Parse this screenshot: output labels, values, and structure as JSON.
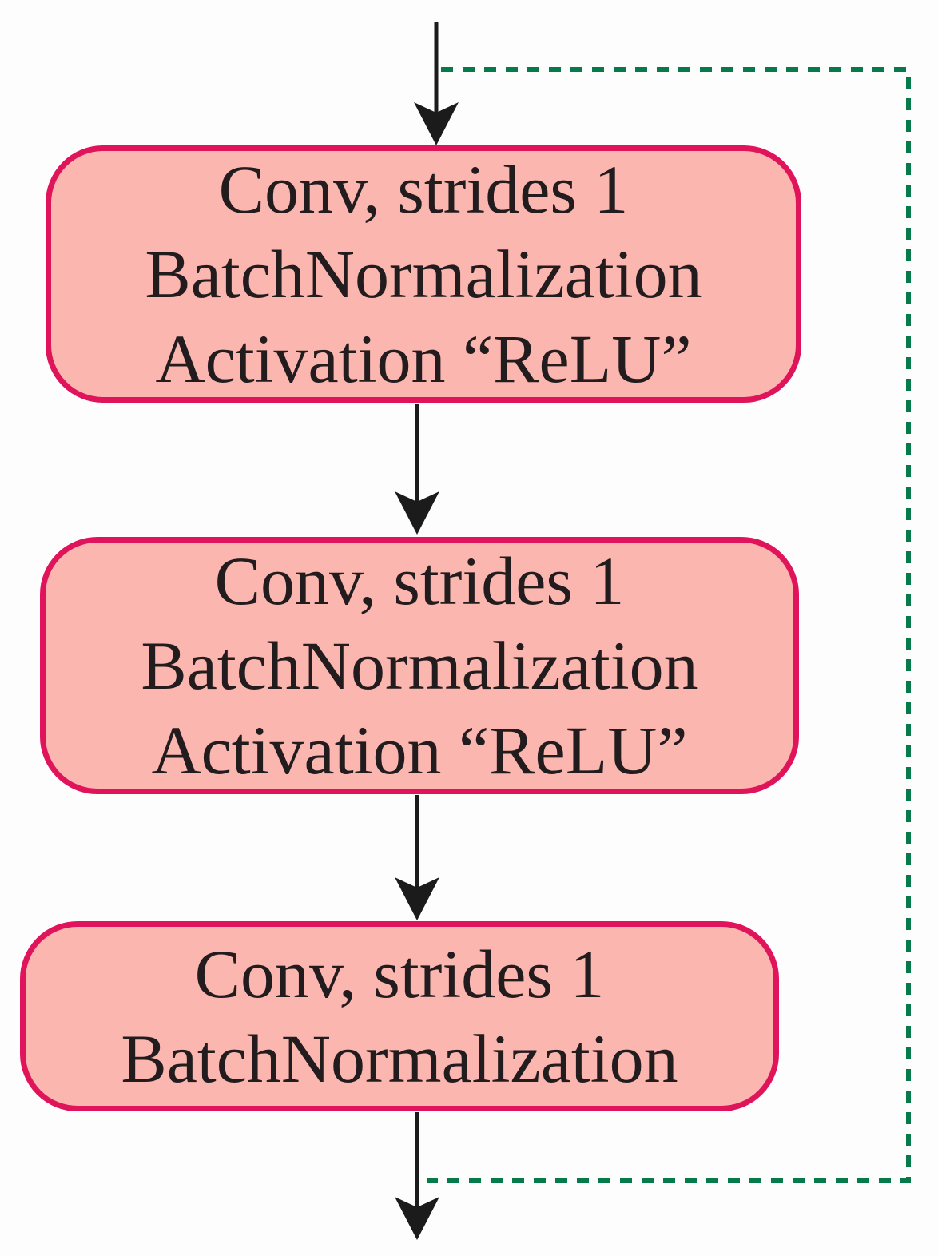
{
  "diagram": {
    "description": "Convolutional residual block flow diagram with skip connection",
    "boxes": [
      {
        "name": "conv-block-1",
        "lines": [
          "Conv, strides 1",
          "BatchNormalization",
          "Activation “ReLU”"
        ]
      },
      {
        "name": "conv-block-2",
        "lines": [
          "Conv, strides 1",
          "BatchNormalization",
          "Activation “ReLU”"
        ]
      },
      {
        "name": "conv-block-3",
        "lines": [
          "Conv, strides 1",
          "BatchNormalization"
        ]
      }
    ],
    "colors": {
      "box_fill": "#fbb6af",
      "box_border": "#e0145a",
      "skip_connection": "#077a4b",
      "arrow": "#1b1b1b",
      "background": "#fdfdfd",
      "text": "#221c1e"
    }
  }
}
